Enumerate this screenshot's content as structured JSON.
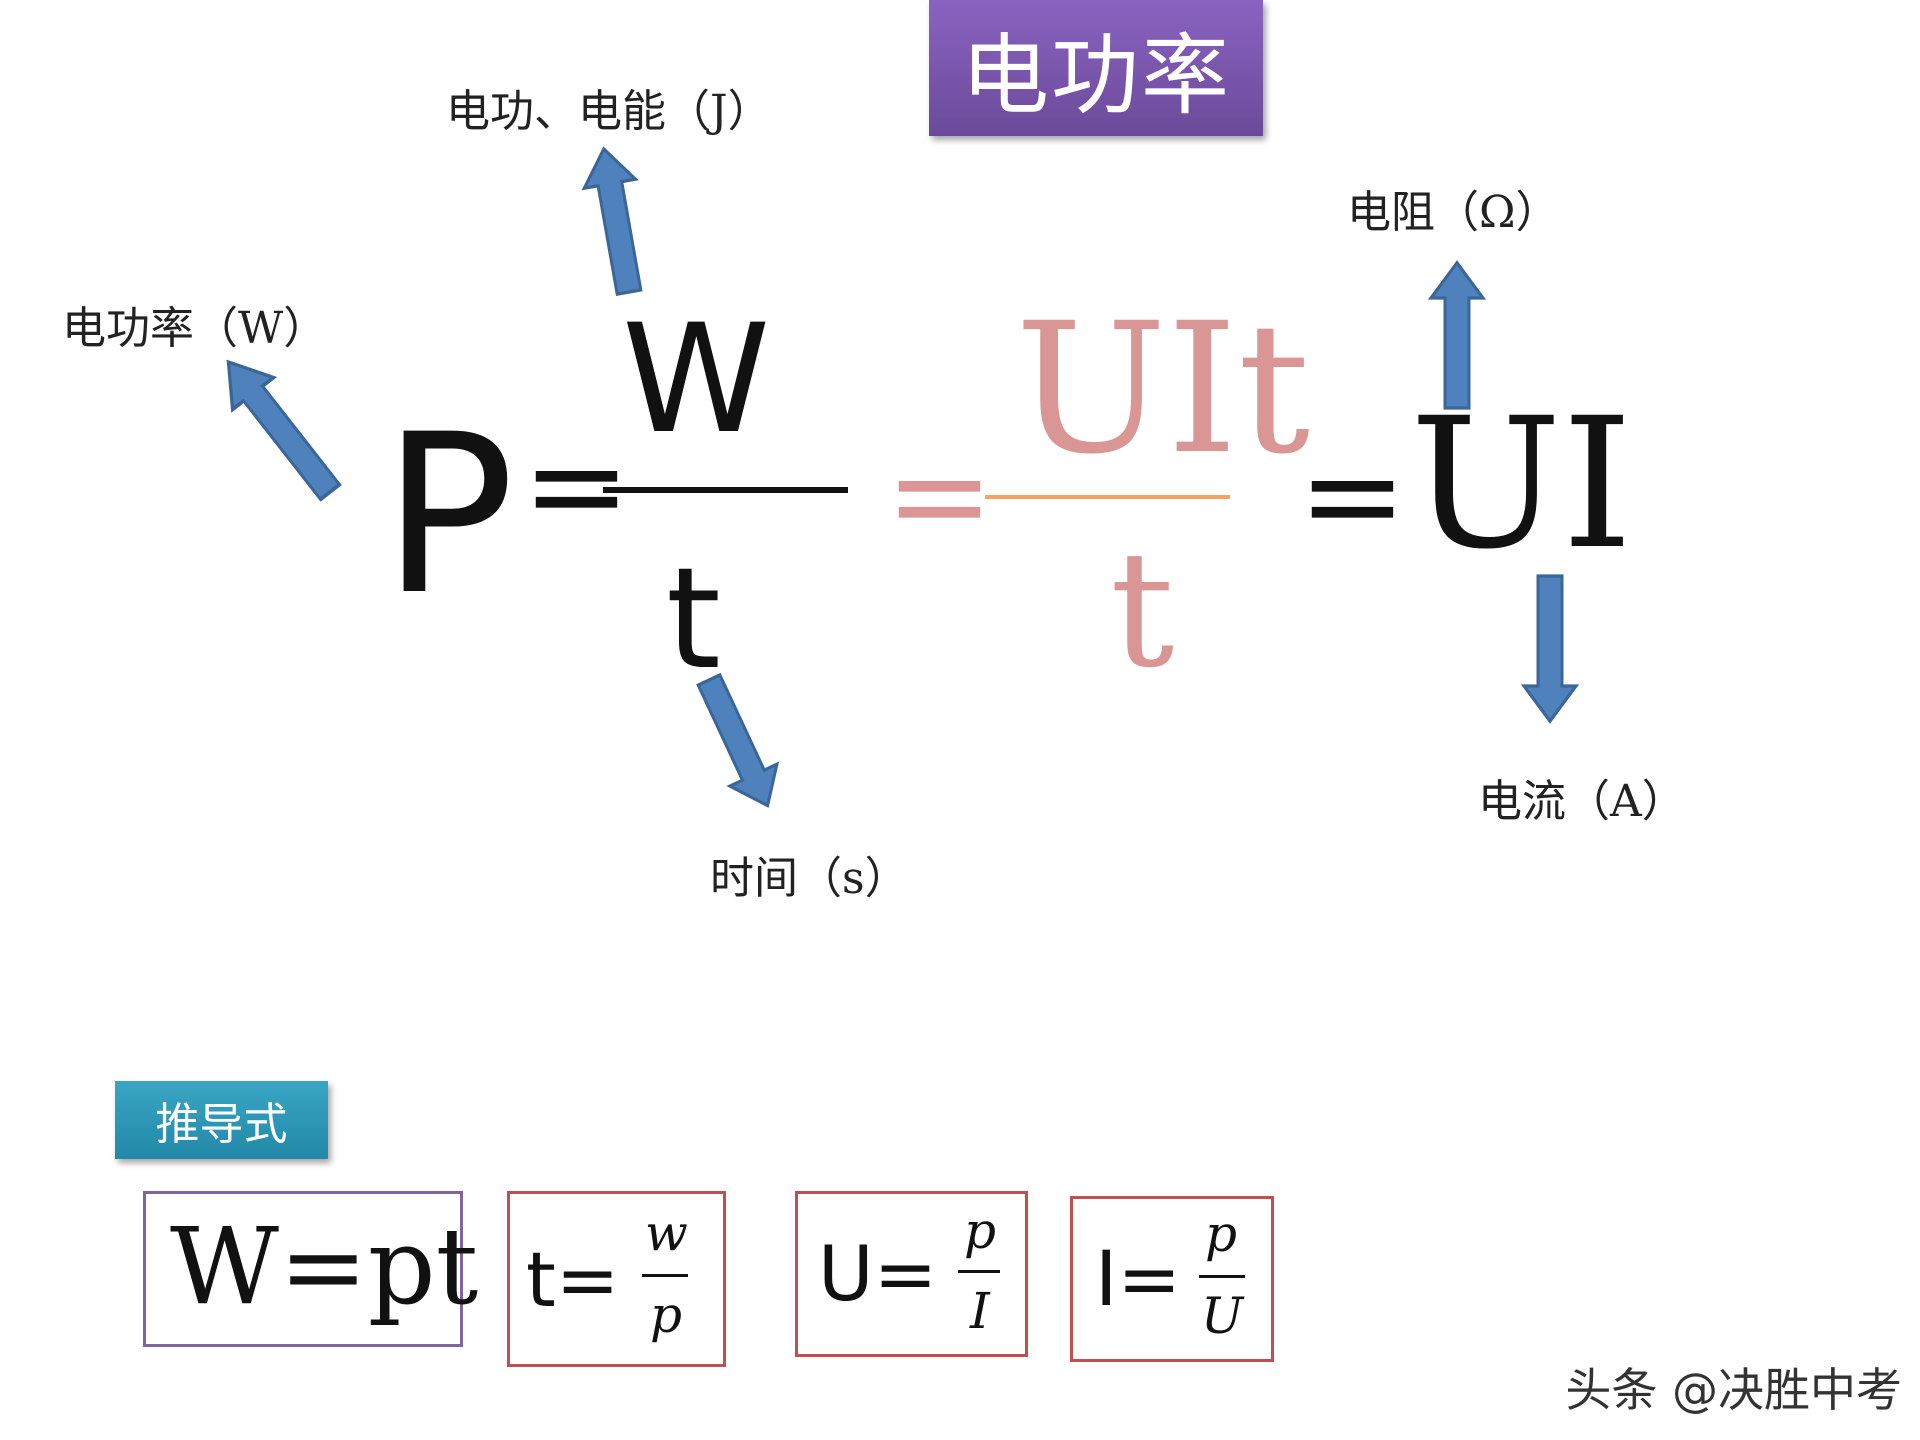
{
  "title": "电功率",
  "main_formula": {
    "P": "P",
    "eq1": "=",
    "num1": "W",
    "den1": "t",
    "eq2": "=",
    "num2": "UIt",
    "den2": "t",
    "eq3": "=",
    "result": "UI"
  },
  "annotations": {
    "power": "电功率（W）",
    "work": "电功、电能（J）",
    "time": "时间（s）",
    "voltage": "电阻（Ω）",
    "current": "电流（A）"
  },
  "derive": {
    "tag": "推导式",
    "f1": "W=pt",
    "f2_left": "t=",
    "f2_num": "w",
    "f2_den": "p",
    "f3_left": "U=",
    "f3_num": "p",
    "f3_den": "I",
    "f4_left": "I=",
    "f4_num": "p",
    "f4_den": "U"
  },
  "watermark": "头条 @决胜中考",
  "colors": {
    "title_bg": "#7b56ae",
    "arrow": "#4f81bd",
    "pink": "#d99694",
    "orange_line": "#f4a460",
    "box_red": "#c0504d",
    "box_purple": "#8064a2",
    "tag_bg": "#2b93b5"
  }
}
